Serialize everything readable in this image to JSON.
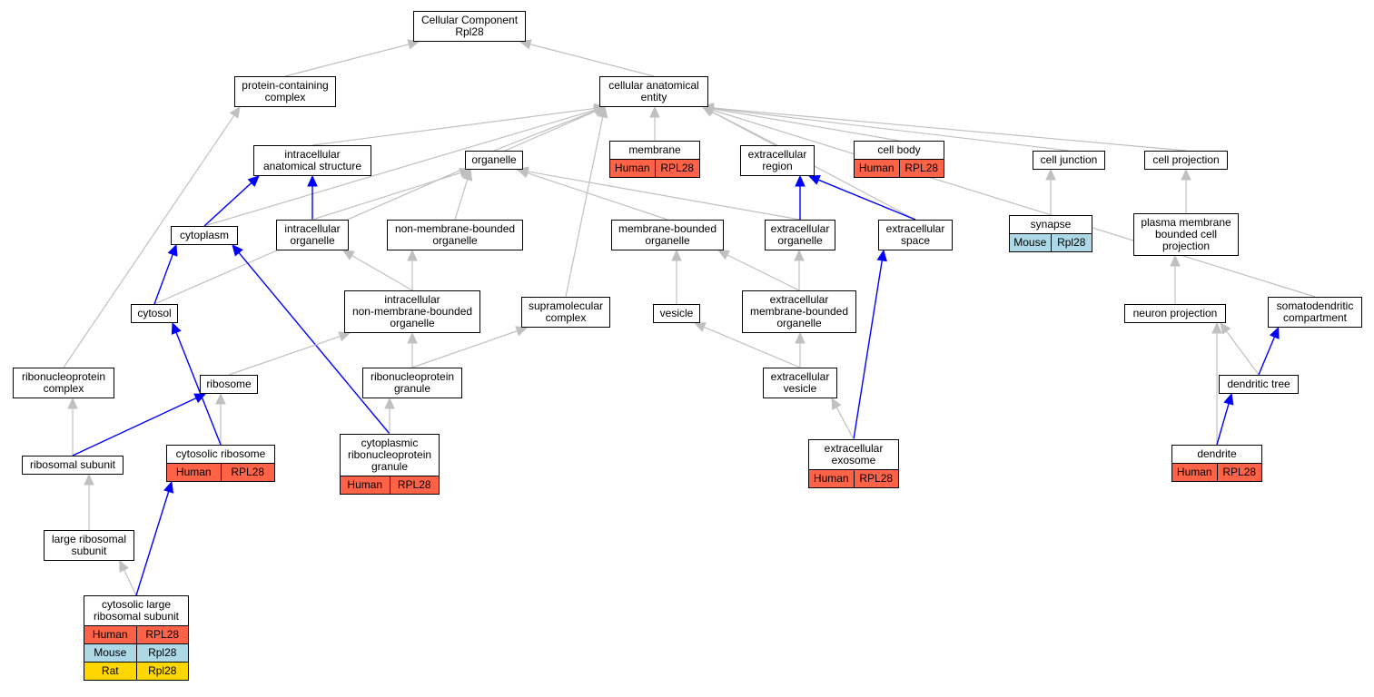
{
  "colors": {
    "is_a_edge": "#c0c0c0",
    "part_of_edge": "#0000ff",
    "Human": "#ff6347",
    "Mouse": "#add8e6",
    "Rat": "#ffd700"
  },
  "nodes": {
    "root": {
      "label": "Cellular Component\nRpl28"
    },
    "cae": {
      "label": "cellular anatomical\nentity"
    },
    "pcc": {
      "label": "protein-containing\ncomplex"
    },
    "ias": {
      "label": "intracellular\nanatomical structure"
    },
    "organelle": {
      "label": "organelle"
    },
    "membrane": {
      "label": "membrane",
      "genes": [
        {
          "species": "Human",
          "gene": "RPL28"
        }
      ]
    },
    "exreg": {
      "label": "extracellular\nregion"
    },
    "cellbody": {
      "label": "cell body",
      "genes": [
        {
          "species": "Human",
          "gene": "RPL28"
        }
      ]
    },
    "celljunction": {
      "label": "cell junction"
    },
    "cellproj": {
      "label": "cell projection"
    },
    "cytoplasm": {
      "label": "cytoplasm"
    },
    "intorg": {
      "label": "intracellular\norganelle"
    },
    "nmbo": {
      "label": "non-membrane-bounded\norganelle"
    },
    "mbo": {
      "label": "membrane-bounded\norganelle"
    },
    "exorg": {
      "label": "extracellular\norganelle"
    },
    "exspace": {
      "label": "extracellular\nspace"
    },
    "synapse": {
      "label": "synapse",
      "genes": [
        {
          "species": "Mouse",
          "gene": "Rpl28"
        }
      ]
    },
    "pmbcp": {
      "label": "plasma membrane\nbounded cell\nprojection"
    },
    "cytosol": {
      "label": "cytosol"
    },
    "inmbo": {
      "label": "intracellular\nnon-membrane-bounded\norganelle"
    },
    "supra": {
      "label": "supramolecular\ncomplex"
    },
    "vesicle": {
      "label": "vesicle"
    },
    "exmbo": {
      "label": "extracellular\nmembrane-bounded\norganelle"
    },
    "neuronproj": {
      "label": "neuron projection"
    },
    "somato": {
      "label": "somatodendritic\ncompartment"
    },
    "rnpc": {
      "label": "ribonucleoprotein\ncomplex"
    },
    "ribosome": {
      "label": "ribosome"
    },
    "rnpg": {
      "label": "ribonucleoprotein\ngranule"
    },
    "exves": {
      "label": "extracellular\nvesicle"
    },
    "dtree": {
      "label": "dendritic tree"
    },
    "cytorib": {
      "label": "cytosolic ribosome",
      "genes": [
        {
          "species": "Human",
          "gene": "RPL28"
        }
      ]
    },
    "crnpg": {
      "label": "cytoplasmic\nribonucleoprotein\ngranule",
      "genes": [
        {
          "species": "Human",
          "gene": "RPL28"
        }
      ]
    },
    "exosome": {
      "label": "extracellular\nexosome",
      "genes": [
        {
          "species": "Human",
          "gene": "RPL28"
        }
      ]
    },
    "dendrite": {
      "label": "dendrite",
      "genes": [
        {
          "species": "Human",
          "gene": "RPL28"
        }
      ]
    },
    "ribsub": {
      "label": "ribosomal subunit"
    },
    "lrs": {
      "label": "large ribosomal\nsubunit"
    },
    "clrs": {
      "label": "cytosolic large\nribosomal subunit",
      "genes": [
        {
          "species": "Human",
          "gene": "RPL28"
        },
        {
          "species": "Mouse",
          "gene": "Rpl28"
        },
        {
          "species": "Rat",
          "gene": "Rpl28"
        }
      ]
    }
  },
  "edges": [
    {
      "from": "pcc",
      "to": "root",
      "type": "is_a"
    },
    {
      "from": "cae",
      "to": "root",
      "type": "is_a"
    },
    {
      "from": "ias",
      "to": "cae",
      "type": "is_a"
    },
    {
      "from": "organelle",
      "to": "cae",
      "type": "is_a"
    },
    {
      "from": "membrane",
      "to": "cae",
      "type": "is_a"
    },
    {
      "from": "exreg",
      "to": "cae",
      "type": "is_a"
    },
    {
      "from": "cellbody",
      "to": "cae",
      "type": "is_a"
    },
    {
      "from": "celljunction",
      "to": "cae",
      "type": "is_a"
    },
    {
      "from": "cellproj",
      "to": "cae",
      "type": "is_a"
    },
    {
      "from": "somato",
      "to": "cae",
      "type": "is_a"
    },
    {
      "from": "cytoplasm",
      "to": "cae",
      "type": "is_a"
    },
    {
      "from": "cytosol",
      "to": "cae",
      "type": "is_a"
    },
    {
      "from": "supra",
      "to": "cae",
      "type": "is_a"
    },
    {
      "from": "exspace",
      "to": "cae",
      "type": "is_a"
    },
    {
      "from": "rnpc",
      "to": "pcc",
      "type": "is_a"
    },
    {
      "from": "cytoplasm",
      "to": "ias",
      "type": "part_of"
    },
    {
      "from": "intorg",
      "to": "ias",
      "type": "part_of"
    },
    {
      "from": "intorg",
      "to": "organelle",
      "type": "is_a"
    },
    {
      "from": "nmbo",
      "to": "organelle",
      "type": "is_a"
    },
    {
      "from": "mbo",
      "to": "organelle",
      "type": "is_a"
    },
    {
      "from": "exorg",
      "to": "organelle",
      "type": "is_a"
    },
    {
      "from": "exorg",
      "to": "exreg",
      "type": "part_of"
    },
    {
      "from": "exspace",
      "to": "exreg",
      "type": "part_of"
    },
    {
      "from": "synapse",
      "to": "celljunction",
      "type": "is_a"
    },
    {
      "from": "pmbcp",
      "to": "cellproj",
      "type": "is_a"
    },
    {
      "from": "cytosol",
      "to": "cytoplasm",
      "type": "part_of"
    },
    {
      "from": "crnpg",
      "to": "cytoplasm",
      "type": "part_of"
    },
    {
      "from": "inmbo",
      "to": "intorg",
      "type": "is_a"
    },
    {
      "from": "inmbo",
      "to": "nmbo",
      "type": "is_a"
    },
    {
      "from": "vesicle",
      "to": "mbo",
      "type": "is_a"
    },
    {
      "from": "exmbo",
      "to": "mbo",
      "type": "is_a"
    },
    {
      "from": "exmbo",
      "to": "exorg",
      "type": "is_a"
    },
    {
      "from": "exosome",
      "to": "exspace",
      "type": "part_of"
    },
    {
      "from": "neuronproj",
      "to": "pmbcp",
      "type": "is_a"
    },
    {
      "from": "ribosome",
      "to": "inmbo",
      "type": "is_a"
    },
    {
      "from": "rnpg",
      "to": "inmbo",
      "type": "is_a"
    },
    {
      "from": "rnpg",
      "to": "supra",
      "type": "is_a"
    },
    {
      "from": "exves",
      "to": "vesicle",
      "type": "is_a"
    },
    {
      "from": "exves",
      "to": "exmbo",
      "type": "is_a"
    },
    {
      "from": "dtree",
      "to": "neuronproj",
      "type": "is_a"
    },
    {
      "from": "dtree",
      "to": "somato",
      "type": "part_of"
    },
    {
      "from": "dendrite",
      "to": "neuronproj",
      "type": "is_a"
    },
    {
      "from": "dendrite",
      "to": "dtree",
      "type": "part_of"
    },
    {
      "from": "ribsub",
      "to": "rnpc",
      "type": "is_a"
    },
    {
      "from": "ribsub",
      "to": "ribosome",
      "type": "part_of"
    },
    {
      "from": "cytorib",
      "to": "ribosome",
      "type": "is_a"
    },
    {
      "from": "cytorib",
      "to": "cytosol",
      "type": "part_of"
    },
    {
      "from": "crnpg",
      "to": "rnpg",
      "type": "is_a"
    },
    {
      "from": "exosome",
      "to": "exves",
      "type": "is_a"
    },
    {
      "from": "lrs",
      "to": "ribsub",
      "type": "is_a"
    },
    {
      "from": "clrs",
      "to": "lrs",
      "type": "is_a"
    },
    {
      "from": "clrs",
      "to": "cytorib",
      "type": "part_of"
    }
  ]
}
